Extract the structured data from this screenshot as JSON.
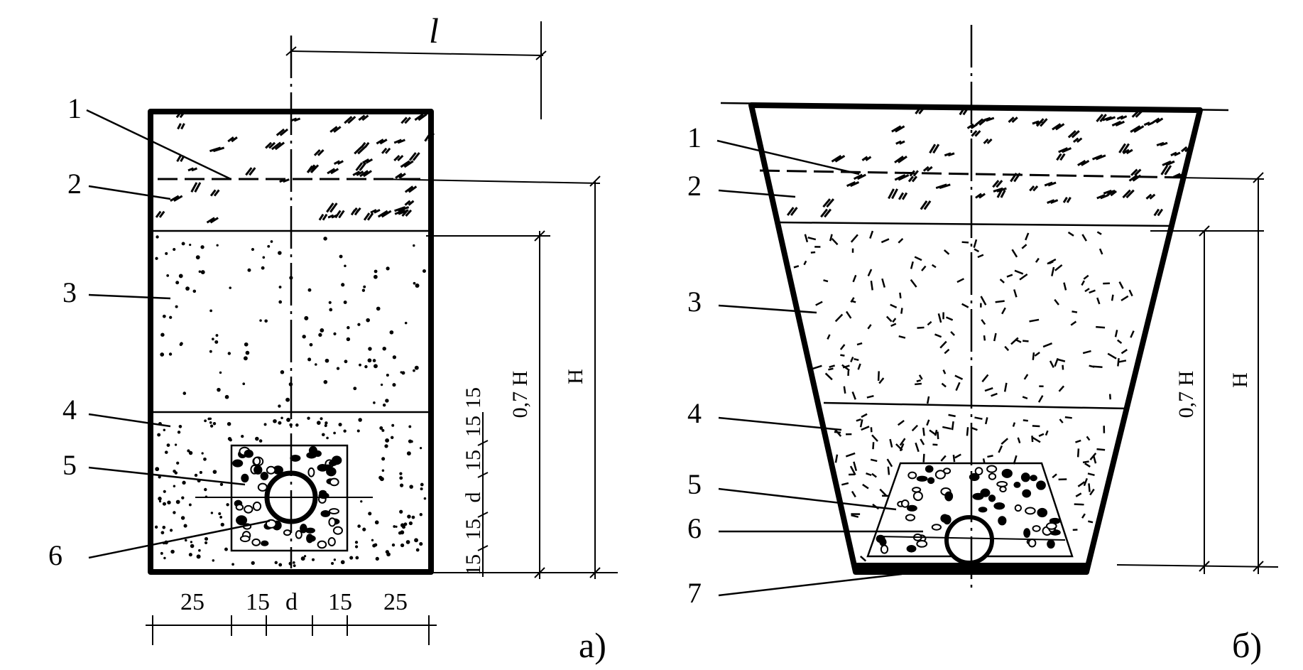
{
  "diagram_a": {
    "caption": "а)",
    "layer_labels": [
      "1",
      "2",
      "3",
      "4",
      "5",
      "6"
    ],
    "bottom_dimensions": [
      "25",
      "15",
      "d",
      "15",
      "25"
    ],
    "vertical_dimensions": [
      "15",
      "15",
      "15",
      "d",
      "15",
      "15"
    ],
    "top_dimension": "l",
    "height_07": "0,7 H",
    "height_full": "H"
  },
  "diagram_b": {
    "caption": "б)",
    "layer_labels": [
      "1",
      "2",
      "3",
      "4",
      "5",
      "6",
      "7"
    ],
    "height_07": "0,7 H",
    "height_full": "H"
  }
}
